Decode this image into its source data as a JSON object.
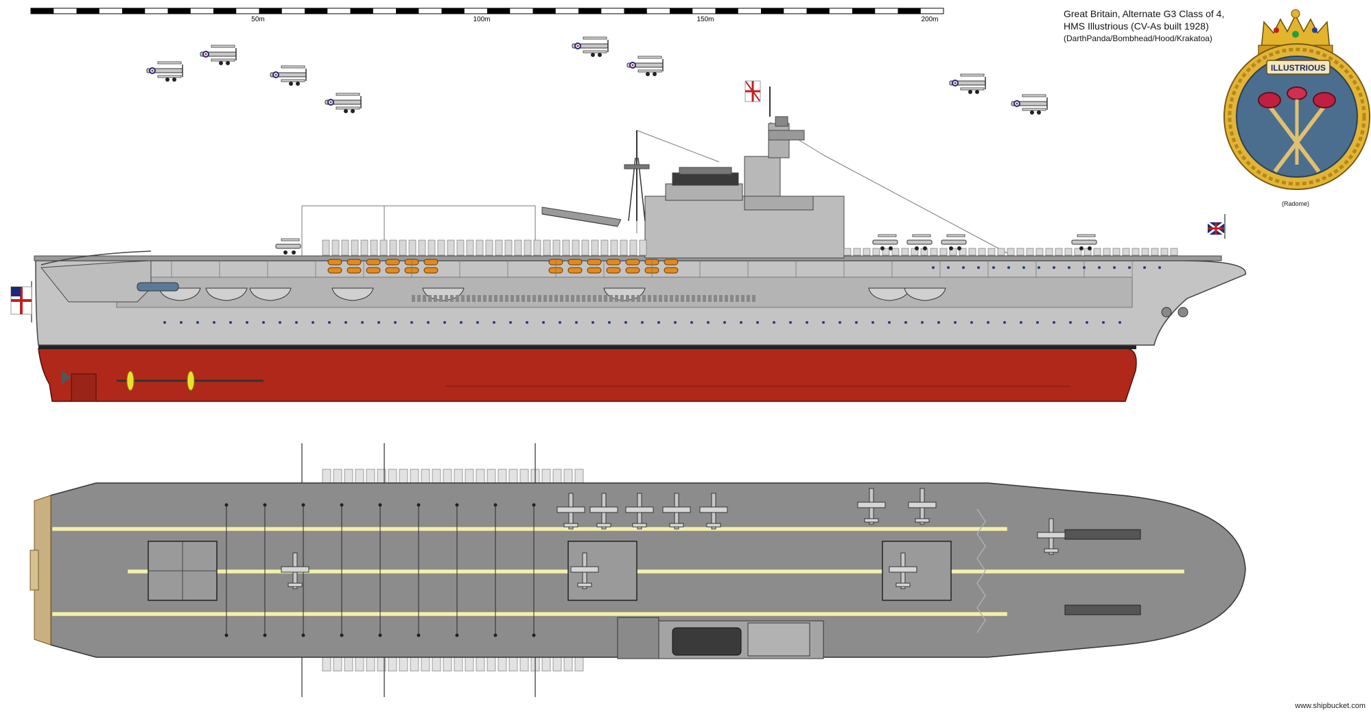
{
  "scale_bar": {
    "ticks": [
      "50m",
      "100m",
      "150m",
      "200m"
    ]
  },
  "caption": {
    "line1": "Great Britain, Alternate G3 Class of 4,",
    "line2": "HMS Illustrious (CV-As built 1928)",
    "line3": "(DarthPanda/Bombhead/Hood/Krakatoa)"
  },
  "crest": {
    "ship_name": "ILLUSTRIOUS",
    "label": "(Radome)"
  },
  "footer": {
    "site": "www.shipbucket.com"
  },
  "colors": {
    "hull_gray": "#c4c4c4",
    "hull_red": "#b0281a",
    "deck_gray": "#8c8c8c",
    "deck_line": "#f2f0b0",
    "crest_blue": "#4b6e8f",
    "crest_gold": "#e0b030"
  }
}
